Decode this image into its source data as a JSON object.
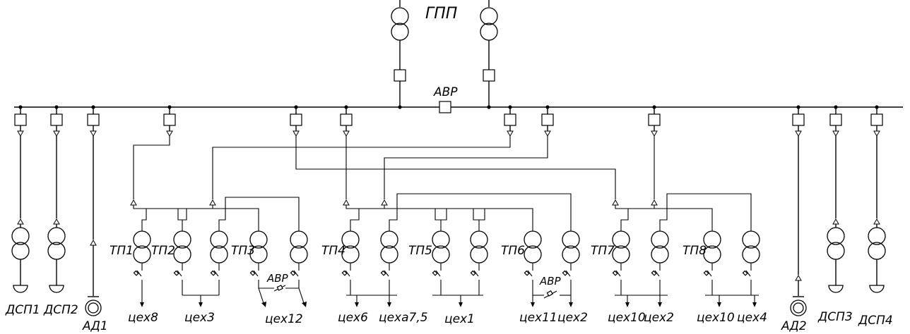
{
  "title": "ГПП",
  "labels": {
    "avr_main": "АВР",
    "avr_tp3": "АВР",
    "avr_tp6": "АВР"
  },
  "substations": [
    "ТП1",
    "ТП2",
    "ТП3",
    "ТП4",
    "ТП5",
    "ТП6",
    "ТП7",
    "ТП8"
  ],
  "loads_left": [
    "ДСП1",
    "ДСП2",
    "АД1"
  ],
  "loads_right": [
    "АД2",
    "ДСП3",
    "ДСП4"
  ],
  "workshops": [
    "цех8",
    "цех3",
    "цех12",
    "цех6",
    "цеха7,5",
    "цех1",
    "цех11",
    "цех2",
    "цех10",
    "цех2",
    "цех10",
    "цех4"
  ]
}
